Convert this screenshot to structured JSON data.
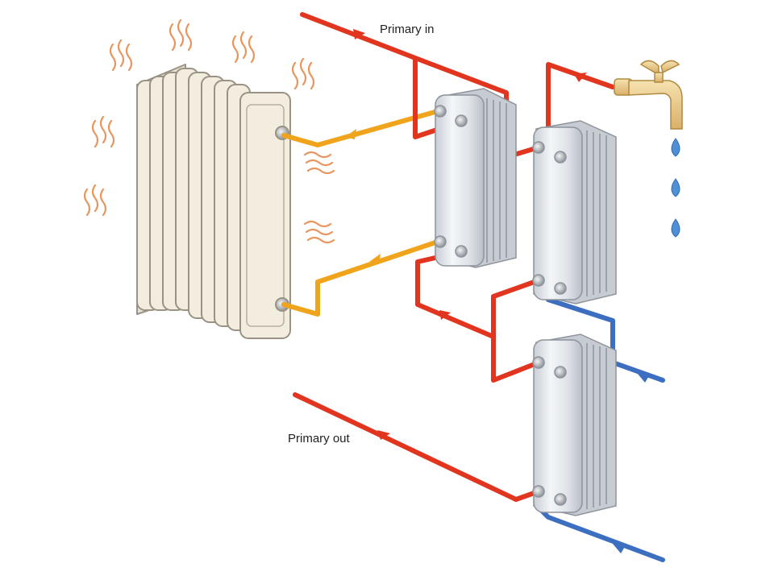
{
  "labels": {
    "primary_in": "Primary in",
    "primary_out": "Primary out"
  },
  "colors": {
    "primary_hot": "#e2351f",
    "radiator_loop": "#efa41c",
    "cold_water": "#3d6fc0",
    "heat_waves": "#e8955e",
    "radiator_fill": "#f3ede0",
    "radiator_stroke": "#9a9385",
    "exchanger_metal": "#dfe3e8",
    "tap_brass": "#e9c98a",
    "water_drop": "#4f8fd6"
  },
  "components": {
    "radiator": "radiator",
    "heat_exchangers": [
      "heat-exchanger-radiator",
      "heat-exchanger-tap",
      "heat-exchanger-preheat"
    ],
    "tap": "hot-water-tap",
    "drops": 3
  }
}
